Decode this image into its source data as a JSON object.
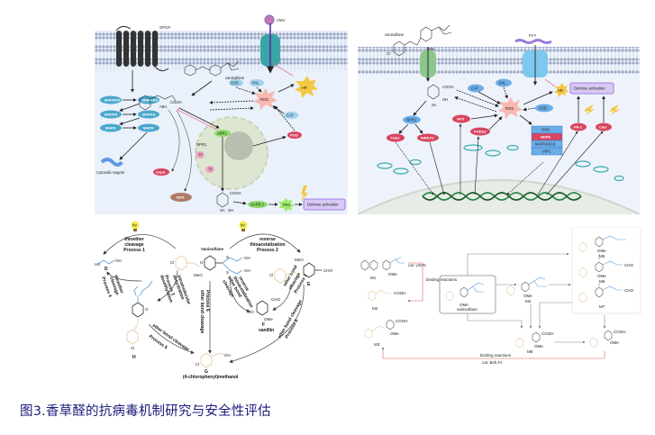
{
  "caption": "图3.香草醛的抗病毒机制研究与安全性评估",
  "panel_a": {
    "receptor": "GPCR",
    "virus": "CMV",
    "compound": "vanisulfane",
    "kinases_left": [
      "MAPKKK",
      "MAPKK",
      "MAPK"
    ],
    "kinases_right": [
      "MAPKKK",
      "MAPKK",
      "MAPK"
    ],
    "cytosolic": "Cytosolic targets",
    "aba": "ABA",
    "cooh": "COOH",
    "oh": "OH",
    "sod": "SOD",
    "pal": "PAL",
    "cat": "CAT",
    "ros": "ROS",
    "hr": "HR",
    "pod": "POD",
    "abr1": "ABR1",
    "npr1": "NPR1",
    "tf": "TF",
    "usp": "UspA",
    "ddx": "DDX",
    "sa": "SA",
    "sa_cooh": "COOH",
    "sa_oh": "OH",
    "sab": "SARB.2",
    "pr1": "PR1",
    "defense": "Defense activation"
  },
  "panel_b": {
    "compound": "vanisulfane",
    "virus": "PVY",
    "sa": "SA",
    "cooh": "COOH",
    "oh": "OH",
    "ome": "OMe",
    "cl": "Cl",
    "npr1": "NPR1",
    "tga1": "TGA1",
    "wrky": "WRKY6",
    "cat": "CAT",
    "pal": "PAL",
    "ros": "ROS",
    "sod": "SOD",
    "hr": "HR",
    "apx": "APX",
    "pods": "PODS2",
    "stack": [
      "OXI1",
      "NDPK",
      "MAPKKK19",
      "VIP1"
    ],
    "defense": "Defense activation",
    "pr": "PR-1",
    "cals": "Cals"
  },
  "panel_c": {
    "hv": "hν",
    "p1": [
      "thioether",
      "cleavage",
      "Process 1"
    ],
    "p2": [
      "reverse",
      "thioacetalization",
      "Process 2"
    ],
    "title": "Vanisulfane",
    "p3": [
      "Process 3",
      "desethylation"
    ],
    "intra": [
      "intramolecular",
      "dehydration"
    ],
    "p4": [
      "thioether",
      "cleavage",
      "Process 4"
    ],
    "p5": [
      "ether bond cleavage",
      "Process 5"
    ],
    "p6": [
      "Process 6",
      "ether bond cleavage"
    ],
    "revthio": [
      "reverse",
      "thioacetalization"
    ],
    "eth": [
      "ether bond",
      "cleavage"
    ],
    "p7": [
      "ether bond",
      "cleavage",
      "Process 7"
    ],
    "p8": [
      "ether bond cleavage",
      "Process 8"
    ],
    "d": "D",
    "e": "E",
    "f": "F",
    "g": "G",
    "h": "H",
    "vanillin": "vanillin",
    "g_name": "(4-chlorophenyl)methanol",
    "oh": "OH",
    "meo": "MeO",
    "cho": "CHO",
    "ho": "HO",
    "ome": "OMe",
    "cl": "Cl",
    "s": "S",
    "o": "O"
  },
  "panel_d": {
    "center": "vanisulfane",
    "binding": "binding reactions",
    "cat1": "cat. UGTs",
    "cat2": "cat. Bsh.Fs",
    "labels": [
      "M1",
      "M2",
      "M3",
      "M4",
      "M5",
      "M6",
      "M7",
      "M8",
      "M9"
    ],
    "ome": "OMe",
    "cooh": "COOH",
    "cho": "CHO"
  }
}
